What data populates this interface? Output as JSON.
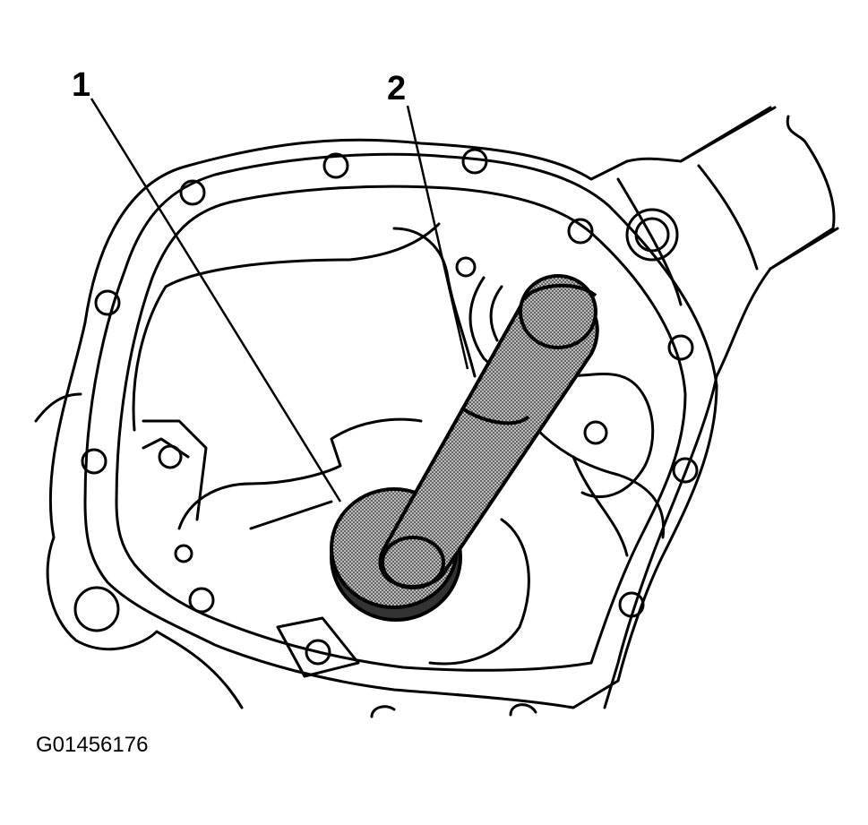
{
  "callouts": {
    "one": "1",
    "two": "2"
  },
  "figure_id": "G01456176",
  "colors": {
    "ink": "#000000",
    "paper": "#ffffff",
    "tool_fill": "#6b6b6b"
  },
  "parts": {
    "housing": "differential-carrier-housing",
    "tool_1": "bearing-race-installer-disc",
    "tool_2": "driver-handle"
  }
}
